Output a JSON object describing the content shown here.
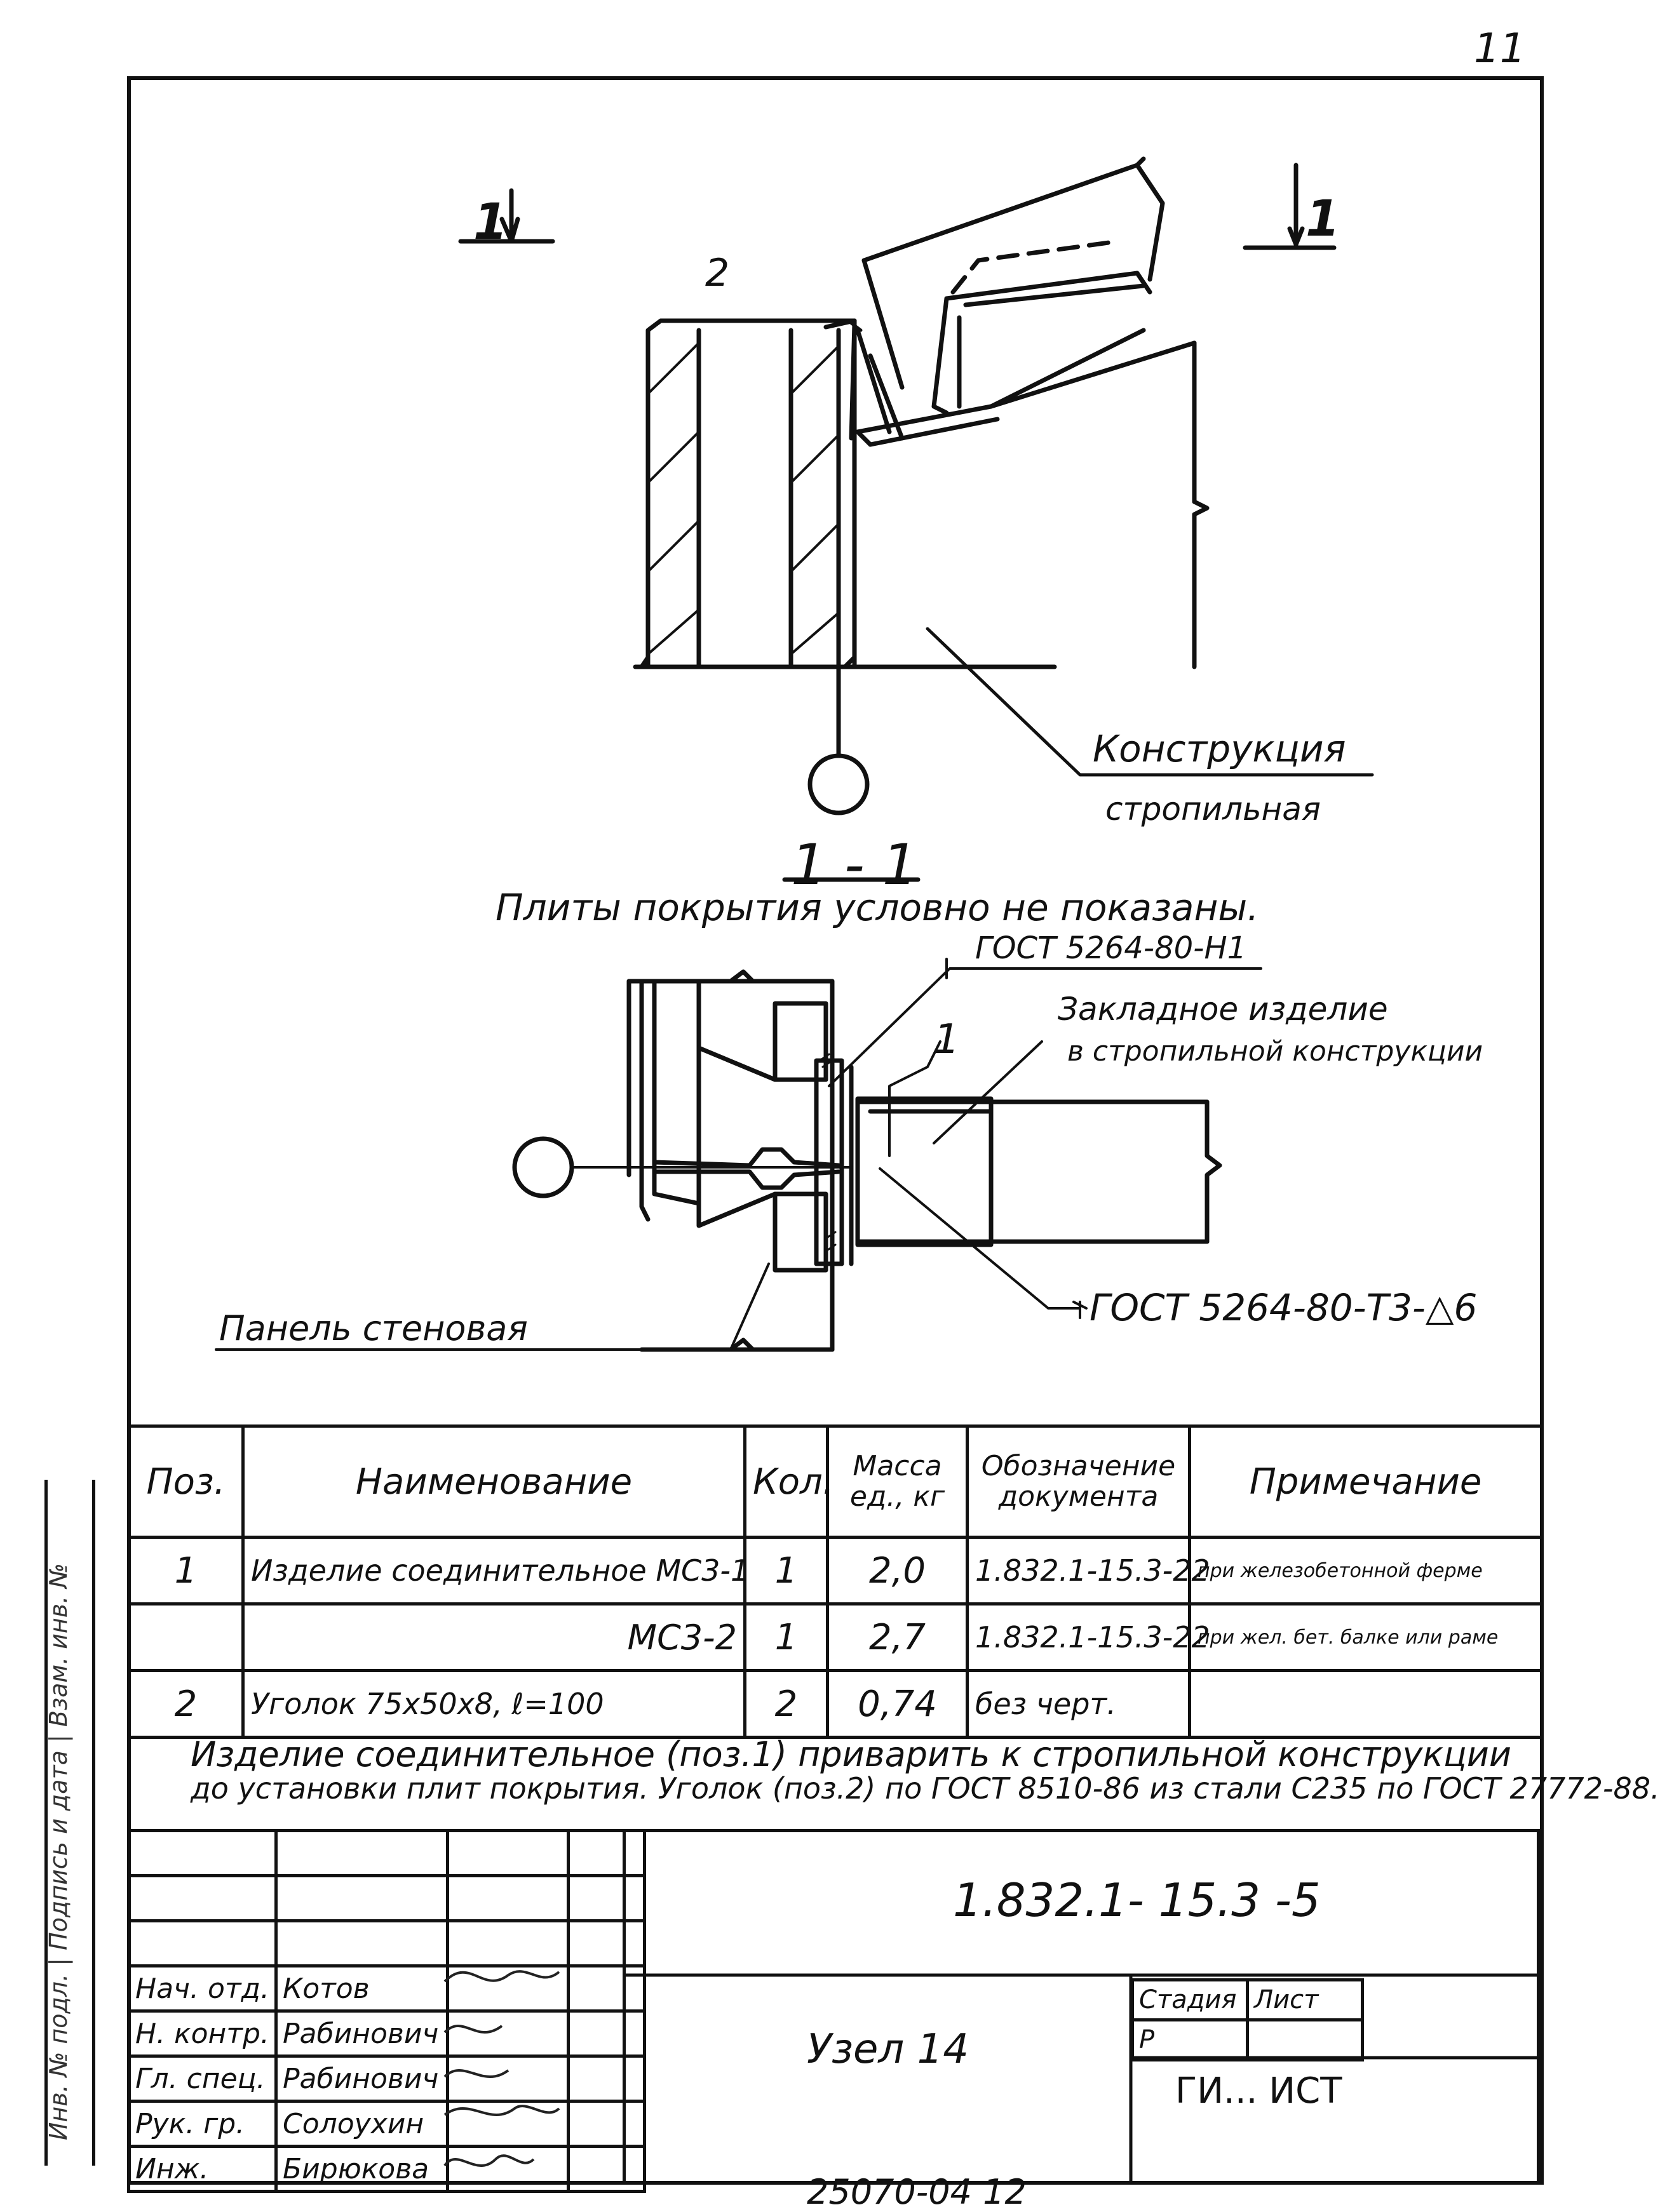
{
  "sheet_number": "11",
  "drawing": {
    "section_mark_left": "1",
    "section_mark_right": "1",
    "pos_label_2": "2",
    "pos_label_1": "1",
    "construction_label_1": "Конструкция",
    "construction_label_2": "стропильная",
    "section_title": "1 - 1",
    "section_note": "Плиты покрытия условно не показаны.",
    "weld_top": "ГОСТ 5264-80-Н1",
    "embedded_label_1": "Закладное изделие",
    "embedded_label_2": "в стропильной конструкции",
    "weld_bottom": "ГОСТ 5264-80-Т3-△6",
    "panel_label": "Панель стеновая"
  },
  "spec_table": {
    "headers": [
      "Поз.",
      "Наименование",
      "Кол.",
      "Масса ед., кг",
      "Обозначение документа",
      "Примечание"
    ],
    "rows": [
      [
        "1",
        "Изделие соединительное МС3-1",
        "1",
        "2,0",
        "1.832.1-15.3-22",
        "при железобетонной ферме"
      ],
      [
        "",
        "МС3-2",
        "1",
        "2,7",
        "1.832.1-15.3-22",
        "при жел. бет. балке или раме"
      ],
      [
        "2",
        "Уголок 75х50х8, ℓ=100",
        "2",
        "0,74",
        "без черт.",
        ""
      ]
    ]
  },
  "note": {
    "line1": "Изделие соединительное (поз.1) приварить к стропильной конструкции",
    "line2": "до установки плит покрытия. Уголок (поз.2) по ГОСТ 8510-86 из стали С235 по ГОСТ 27772-88."
  },
  "title_block": {
    "designation": "1.832.1- 15.3 -5",
    "title": "Узел 14",
    "stage_header": "Стадия",
    "sheet_header": "Лист",
    "stage_value": "Р",
    "org": "ГИ... ИСТ",
    "signatories": [
      {
        "role": "Нач. отд.",
        "name": "Котов"
      },
      {
        "role": "Н. контр.",
        "name": "Рабинович"
      },
      {
        "role": "Гл. спец.",
        "name": "Рабинович"
      },
      {
        "role": "Рук. гр.",
        "name": "Солоухин"
      },
      {
        "role": "Инж.",
        "name": "Бирюкова"
      }
    ],
    "inventory": "25070-04 12",
    "side_text": "Инв. № подл. | Подпись и дата | Взам. инв. №"
  }
}
